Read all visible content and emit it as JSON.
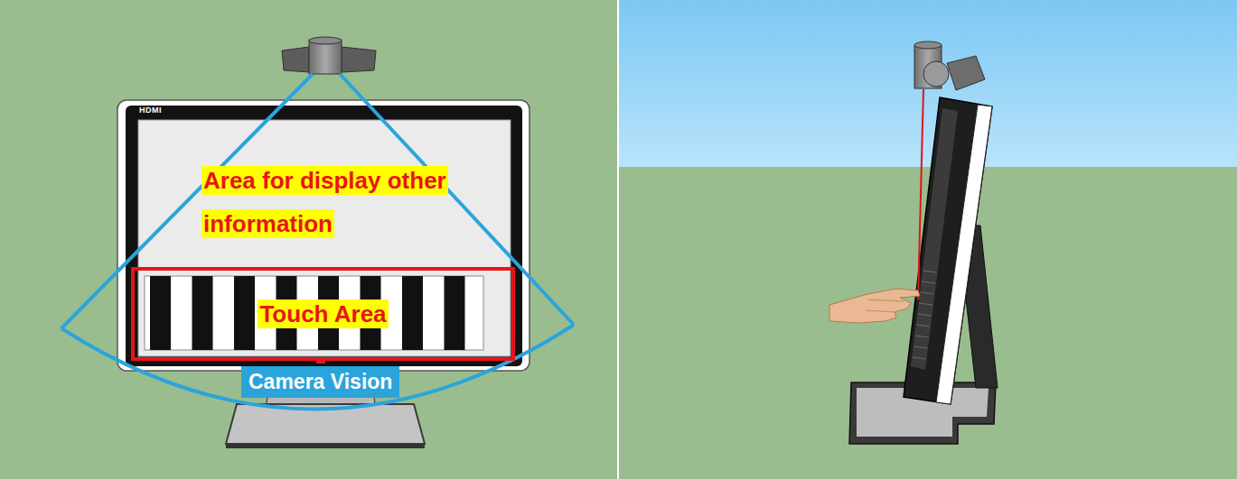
{
  "diagram": {
    "nodes": [
      {
        "text": [
          "Area for display other information"
        ]
      },
      {
        "text": [
          "Touch Area"
        ]
      },
      {
        "text": [
          "Camera Vision"
        ]
      }
    ],
    "labels": [
      "HDMI"
    ]
  }
}
